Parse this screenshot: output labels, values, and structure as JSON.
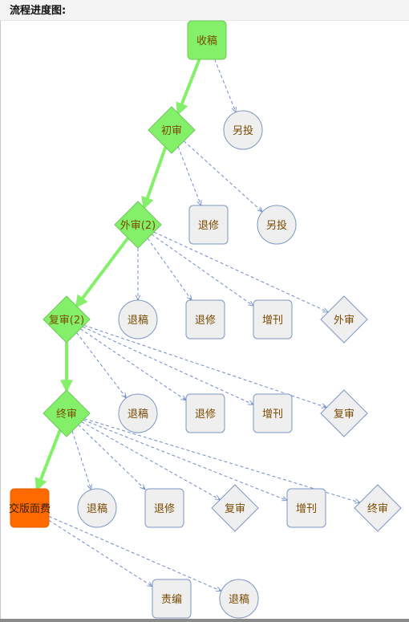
{
  "title": "流程进度图:",
  "colors": {
    "active_fill": "#84f06a",
    "active_stroke": "#6cc857",
    "inactive_fill": "#efefef",
    "inactive_stroke": "#7d96c4",
    "current_fill": "#ff6a00",
    "current_stroke": "#e06000",
    "flow_line": "#84f06a",
    "branch_line": "#6e8cc8",
    "active_text": "#7a4a00",
    "inactive_text": "#7a4a00"
  },
  "nodes": {
    "n1": "收稿",
    "n2": "另投",
    "n3": "初审",
    "n4": "退修",
    "n5": "另投",
    "n6": "外审(2)",
    "n7": "退稿",
    "n8": "退修",
    "n9": "增刊",
    "n10": "外审",
    "n11": "复审(2)",
    "n12": "退稿",
    "n13": "退修",
    "n14": "增刊",
    "n15": "复审",
    "n16": "终审",
    "n17": "交版面费",
    "n18": "退稿",
    "n19": "退修",
    "n20": "复审",
    "n21": "增刊",
    "n22": "终审",
    "n23": "责编",
    "n24": "退稿"
  }
}
